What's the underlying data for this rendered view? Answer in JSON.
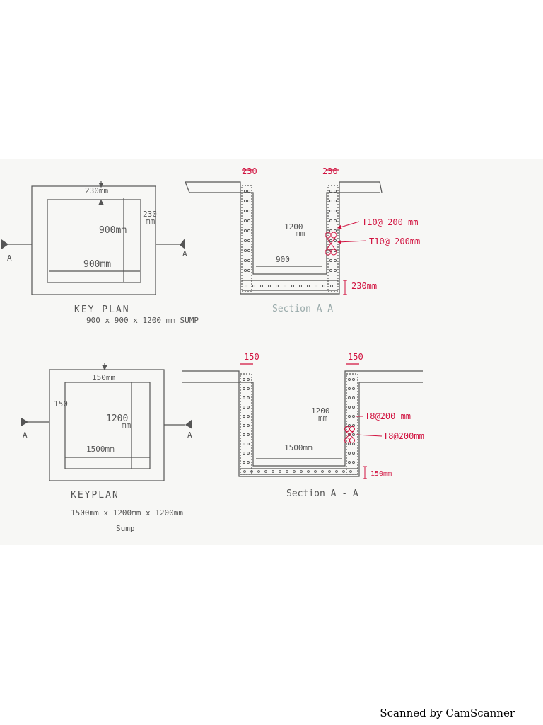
{
  "top": {
    "plan": {
      "wall_label": "230mm",
      "side_label": "230",
      "unit_label": "mm",
      "inner_v_label": "900mm",
      "inner_h_label": "900mm",
      "marker_left": "A",
      "marker_right": "A",
      "title": "KEY PLAN",
      "subtitle": "900 x 900 x 1200 mm SUMP"
    },
    "section": {
      "wall_left_label": "230",
      "wall_right_label": "230",
      "depth_label": "1200",
      "depth_unit": "mm",
      "inner_width_label": "900",
      "base_label": "230mm",
      "rebar_1": "T10@ 200 mm",
      "rebar_2": "T10@ 200mm",
      "title": "Section A A"
    }
  },
  "bottom": {
    "plan": {
      "wall_label": "150mm",
      "side_label": "150",
      "inner_v_label": "1200",
      "inner_v_unit": "mm",
      "inner_h_label": "1500mm",
      "marker_left": "A",
      "marker_right": "A",
      "title": "KEYPLAN",
      "subtitle": "1500mm x 1200mm x 1200mm",
      "subtitle2": "Sump"
    },
    "section": {
      "wall_left_label": "150",
      "wall_right_label": "150",
      "depth_label": "1200",
      "depth_unit": "mm",
      "inner_width_label": "1500mm",
      "base_label": "150mm",
      "rebar_1": "T8@200 mm",
      "rebar_2": "T8@200mm",
      "title": "Section A - A"
    }
  },
  "footer": "Scanned by CamScanner",
  "colors": {
    "pencil": "#555555",
    "annotation": "#d1123f",
    "paper": "#f7f7f5"
  }
}
